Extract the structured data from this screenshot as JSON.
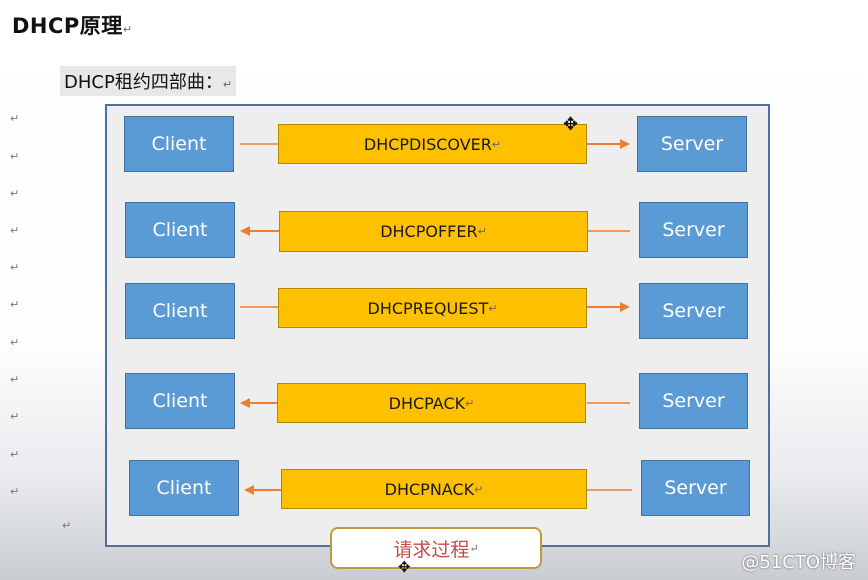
{
  "heading": {
    "title": "DHCP原理",
    "mark": "↵"
  },
  "subheading": {
    "text": "DHCP租约四部曲：",
    "mark": "↵"
  },
  "margin_marks": [
    "↵",
    "↵",
    "↵",
    "↵",
    "↵",
    "↵",
    "↵",
    "↵",
    "↵",
    "↵",
    "↵"
  ],
  "stray_mark": "↵",
  "diagram": {
    "rows": [
      {
        "client": "Client",
        "message": "DHCPDISCOVER",
        "mark": "↵",
        "server": "Server",
        "direction": "to-server"
      },
      {
        "client": "Client",
        "message": "DHCPOFFER",
        "mark": "↵",
        "server": "Server",
        "direction": "to-client"
      },
      {
        "client": "Client",
        "message": "DHCPREQUEST",
        "mark": "↵",
        "server": "Server",
        "direction": "to-server"
      },
      {
        "client": "Client",
        "message": "DHCPACK",
        "mark": "↵",
        "server": "Server",
        "direction": "to-client"
      },
      {
        "client": "Client",
        "message": "DHCPNACK",
        "mark": "↵",
        "server": "Server",
        "direction": "to-client"
      }
    ],
    "caption": "请求过程",
    "caption_mark": "↵"
  },
  "watermark": "@51CTO博客",
  "colors": {
    "node_fill": "#5b9bd5",
    "message_fill": "#ffc000",
    "arrow": "#ed7d31",
    "caption_text": "#c0504d"
  }
}
